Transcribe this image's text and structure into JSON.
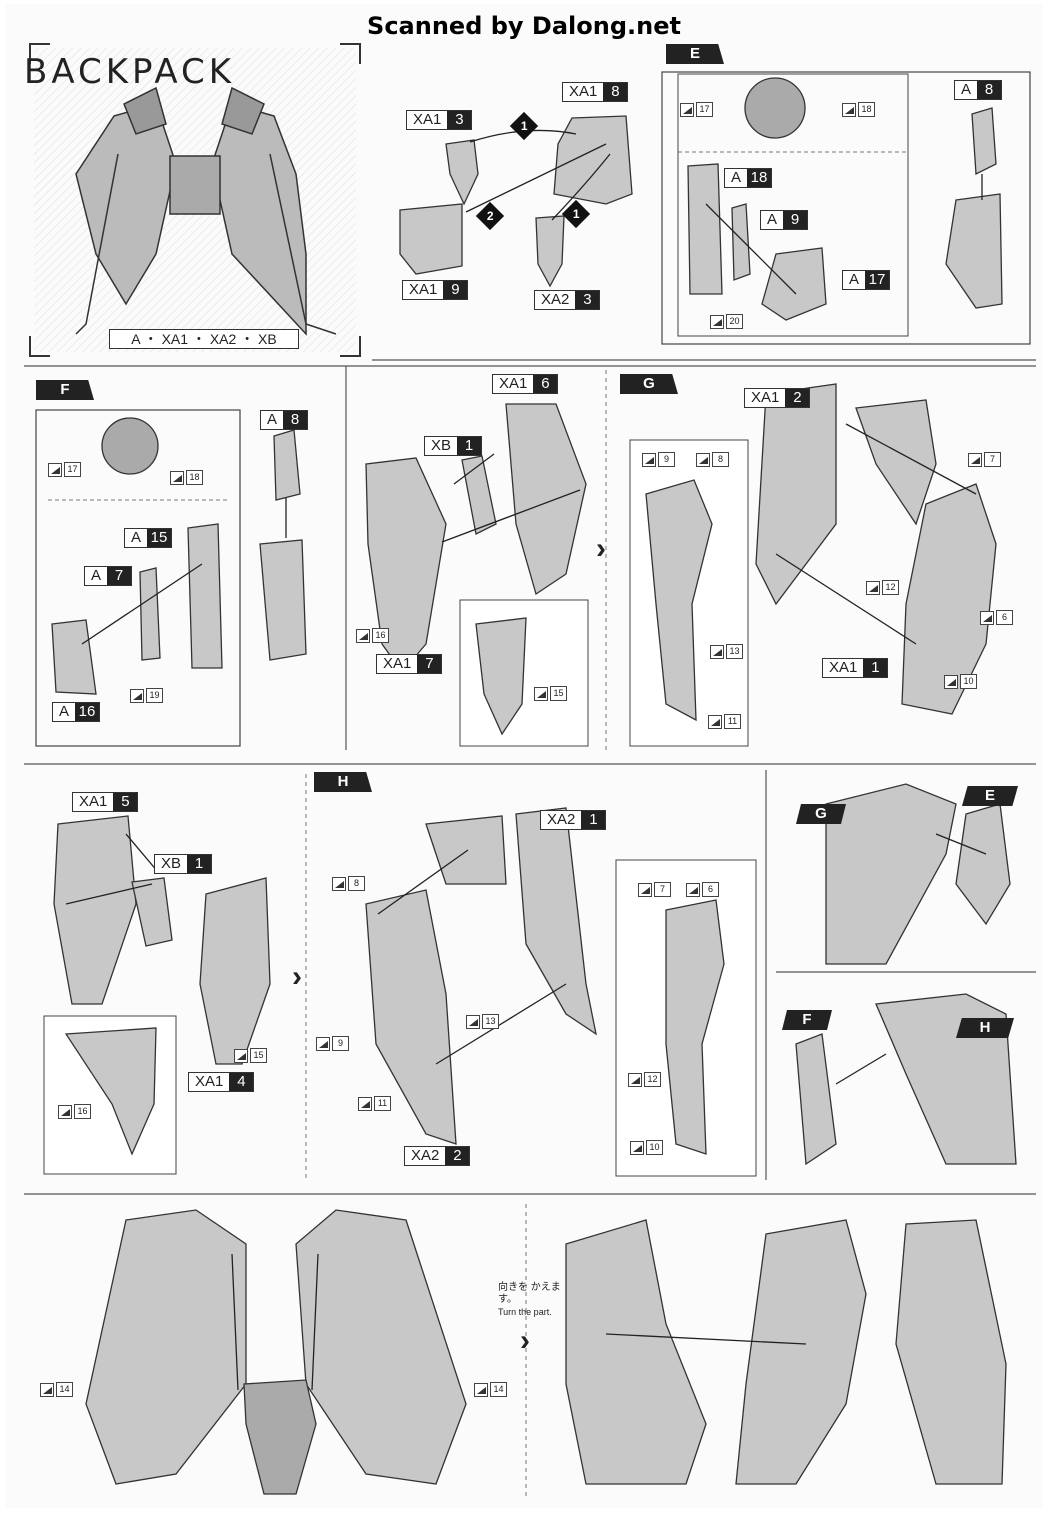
{
  "header": {
    "scanned_by": "Scanned by Dalong.net"
  },
  "title": "BACKPACK",
  "parts_list": "A ・ XA1 ・ XA2 ・ XB",
  "sections": {
    "e": "E",
    "f": "F",
    "g": "G",
    "h": "H"
  },
  "step_numbers": {
    "one": "1",
    "two": "2"
  },
  "codes": [
    {
      "id": "c1",
      "l": "XA1",
      "n": "3"
    },
    {
      "id": "c2",
      "l": "XA1",
      "n": "8"
    },
    {
      "id": "c3",
      "l": "XA1",
      "n": "9"
    },
    {
      "id": "c4",
      "l": "XA2",
      "n": "3"
    },
    {
      "id": "c5",
      "l": "A",
      "n": "8"
    },
    {
      "id": "c6",
      "l": "A",
      "n": "18"
    },
    {
      "id": "c7",
      "l": "A",
      "n": "9"
    },
    {
      "id": "c8",
      "l": "A",
      "n": "17"
    },
    {
      "id": "c9",
      "l": "A",
      "n": "8"
    },
    {
      "id": "c10",
      "l": "A",
      "n": "15"
    },
    {
      "id": "c11",
      "l": "A",
      "n": "7"
    },
    {
      "id": "c12",
      "l": "A",
      "n": "16"
    },
    {
      "id": "c13",
      "l": "XA1",
      "n": "6"
    },
    {
      "id": "c14",
      "l": "XB",
      "n": "1"
    },
    {
      "id": "c15",
      "l": "XA1",
      "n": "7"
    },
    {
      "id": "c16",
      "l": "XA1",
      "n": "2"
    },
    {
      "id": "c17",
      "l": "XA1",
      "n": "1"
    },
    {
      "id": "c18",
      "l": "XA1",
      "n": "5"
    },
    {
      "id": "c19",
      "l": "XB",
      "n": "1"
    },
    {
      "id": "c20",
      "l": "XA1",
      "n": "4"
    },
    {
      "id": "c21",
      "l": "XA2",
      "n": "1"
    },
    {
      "id": "c22",
      "l": "XA2",
      "n": "2"
    }
  ],
  "stickers": [
    "17",
    "18",
    "20",
    "17",
    "18",
    "19",
    "16",
    "15",
    "9",
    "8",
    "7",
    "12",
    "6",
    "13",
    "10",
    "11",
    "16",
    "15",
    "8",
    "13",
    "9",
    "11",
    "7",
    "6",
    "12",
    "10",
    "14",
    "14"
  ],
  "note": {
    "jp": "向きを かえます。",
    "en": "Turn the part."
  }
}
